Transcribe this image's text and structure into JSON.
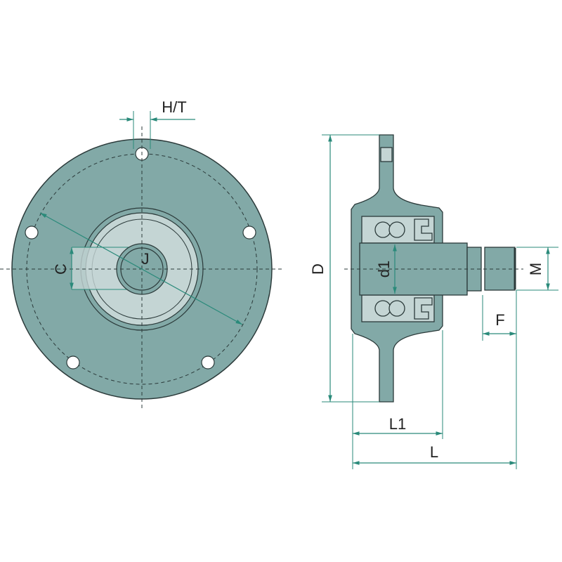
{
  "labels": {
    "ht": "H/T",
    "c": "C",
    "j": "J",
    "d": "D",
    "d1": "d1",
    "m": "M",
    "f": "F",
    "l1": "L1",
    "l": "L"
  },
  "colors": {
    "body": "#82a9a7",
    "light": "#c4d5d4",
    "outline": "#2b3a3a",
    "dimension": "#2a8a7a"
  }
}
